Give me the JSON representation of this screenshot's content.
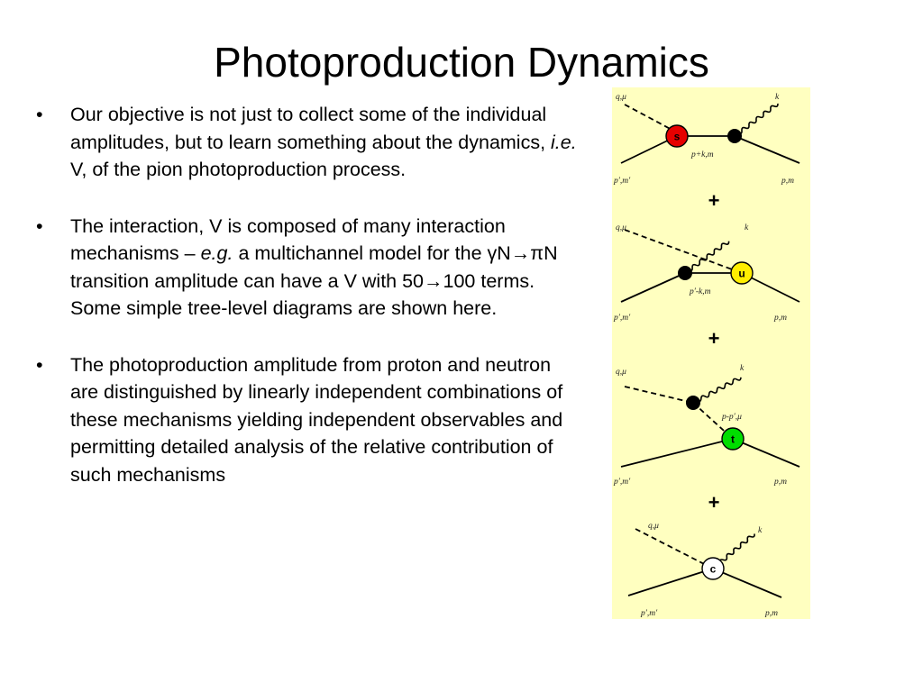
{
  "slide": {
    "title": "Photoproduction Dynamics",
    "bullets": [
      {
        "parts": [
          {
            "t": "Our objective is not just to collect some of the individual amplitudes, but to learn something about the dynamics, "
          },
          {
            "t": "i.e.",
            "i": true
          },
          {
            "t": " V, of the pion photoproduction process."
          }
        ]
      },
      {
        "parts": [
          {
            "t": "The interaction, V is composed of many interaction mechanisms – "
          },
          {
            "t": "e.g.",
            "i": true
          },
          {
            "t": " a multichannel model for the γN→πN transition amplitude can have a V with 50→100 terms. Some simple tree-level diagrams are shown here."
          }
        ]
      },
      {
        "parts": [
          {
            "t": "The photoproduction amplitude from proton and neutron are distinguished by linearly independent combinations of these mechanisms yielding independent observables and permitting detailed analysis of the relative contribution of such mechanisms"
          }
        ]
      }
    ],
    "bullet_symbol": "•"
  },
  "diagrams": {
    "plus_sign": "+",
    "colors": {
      "panel_bg": "#ffffc0",
      "s_vertex": "#e60000",
      "u_vertex": "#ffee00",
      "t_vertex": "#00dd00",
      "c_vertex": "#ffffff",
      "line": "#000000"
    },
    "s_channel": {
      "vertex": "s",
      "labels": {
        "incoming_photon": "q,μ",
        "outgoing_pion": "k",
        "propagator": "p+k,m",
        "incoming_nucleon": "p′,m′",
        "outgoing_nucleon": "p,m"
      }
    },
    "u_channel": {
      "vertex": "u",
      "labels": {
        "incoming_photon": "q,μ",
        "outgoing_pion": "k",
        "propagator": "p′-k,m",
        "incoming_nucleon": "p′,m′",
        "outgoing_nucleon": "p,m"
      }
    },
    "t_channel": {
      "vertex": "t",
      "labels": {
        "incoming_photon": "q,μ",
        "outgoing_pion": "k",
        "propagator": "p-p′,μ",
        "incoming_nucleon": "p′,m′",
        "outgoing_nucleon": "p,m"
      }
    },
    "contact": {
      "vertex": "c",
      "labels": {
        "incoming_photon": "q,μ",
        "outgoing_pion": "k",
        "incoming_nucleon": "p′,m′",
        "outgoing_nucleon": "p,m"
      }
    }
  }
}
